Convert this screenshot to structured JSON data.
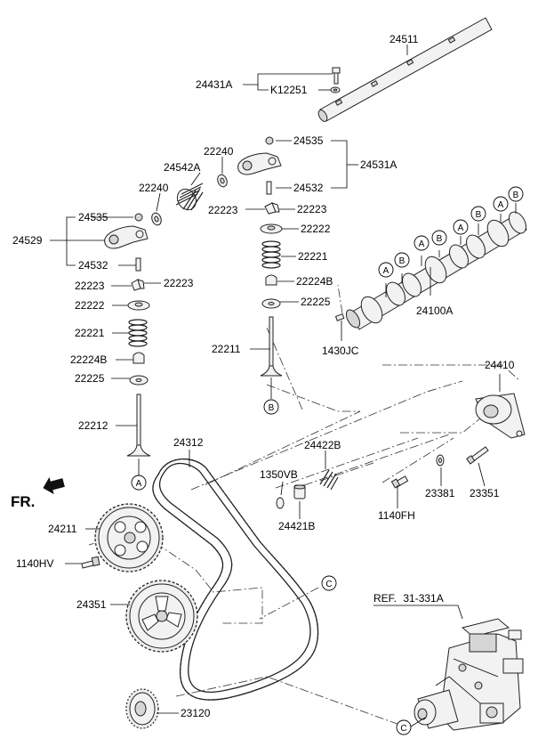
{
  "title": "",
  "fr_label": "FR.",
  "ref": {
    "prefix": "REF.",
    "code": "31-331A"
  },
  "part_numbers": {
    "p24511": "24511",
    "p24431A": "24431A",
    "pK12251": "K12251",
    "p24535_r": "24535",
    "p24531A": "24531A",
    "p24532_r": "24532",
    "p22240_a": "22240",
    "p24542A": "24542A",
    "p22240_b": "22240",
    "p22223_r1": "22223",
    "p22223_r2": "22223",
    "p22222_r": "22222",
    "p22221_r": "22221",
    "p22224B_r": "22224B",
    "p22225_r": "22225",
    "p22211": "22211",
    "p24535_l": "24535",
    "p24529": "24529",
    "p24532_l": "24532",
    "p22223_l1": "22223",
    "p22223_l2": "22223",
    "p22222_l": "22222",
    "p22221_l": "22221",
    "p22224B_l": "22224B",
    "p22225_l": "22225",
    "p22212": "22212",
    "p24100A": "24100A",
    "p1430JC": "1430JC",
    "p24410": "24410",
    "p24312": "24312",
    "p24422B": "24422B",
    "p1350VB": "1350VB",
    "p24421B": "24421B",
    "p23381": "23381",
    "p23351": "23351",
    "p1140FH": "1140FH",
    "p24211": "24211",
    "p1140HV": "1140HV",
    "p24351": "24351",
    "p23120": "23120"
  },
  "callouts": {
    "A": "A",
    "B": "B",
    "C": "C"
  }
}
